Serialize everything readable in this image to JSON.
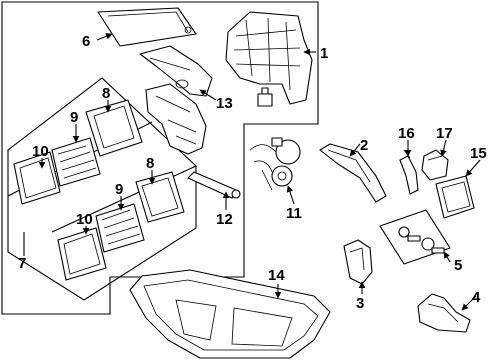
{
  "diagram": {
    "callouts": {
      "c1": "1",
      "c2": "2",
      "c3": "3",
      "c4": "4",
      "c5": "5",
      "c6": "6",
      "c7": "7",
      "c8a": "8",
      "c8b": "8",
      "c9a": "9",
      "c9b": "9",
      "c10a": "10",
      "c10b": "10",
      "c11": "11",
      "c12": "12",
      "c13": "13",
      "c14": "14",
      "c15": "15",
      "c16": "16",
      "c17": "17"
    }
  }
}
